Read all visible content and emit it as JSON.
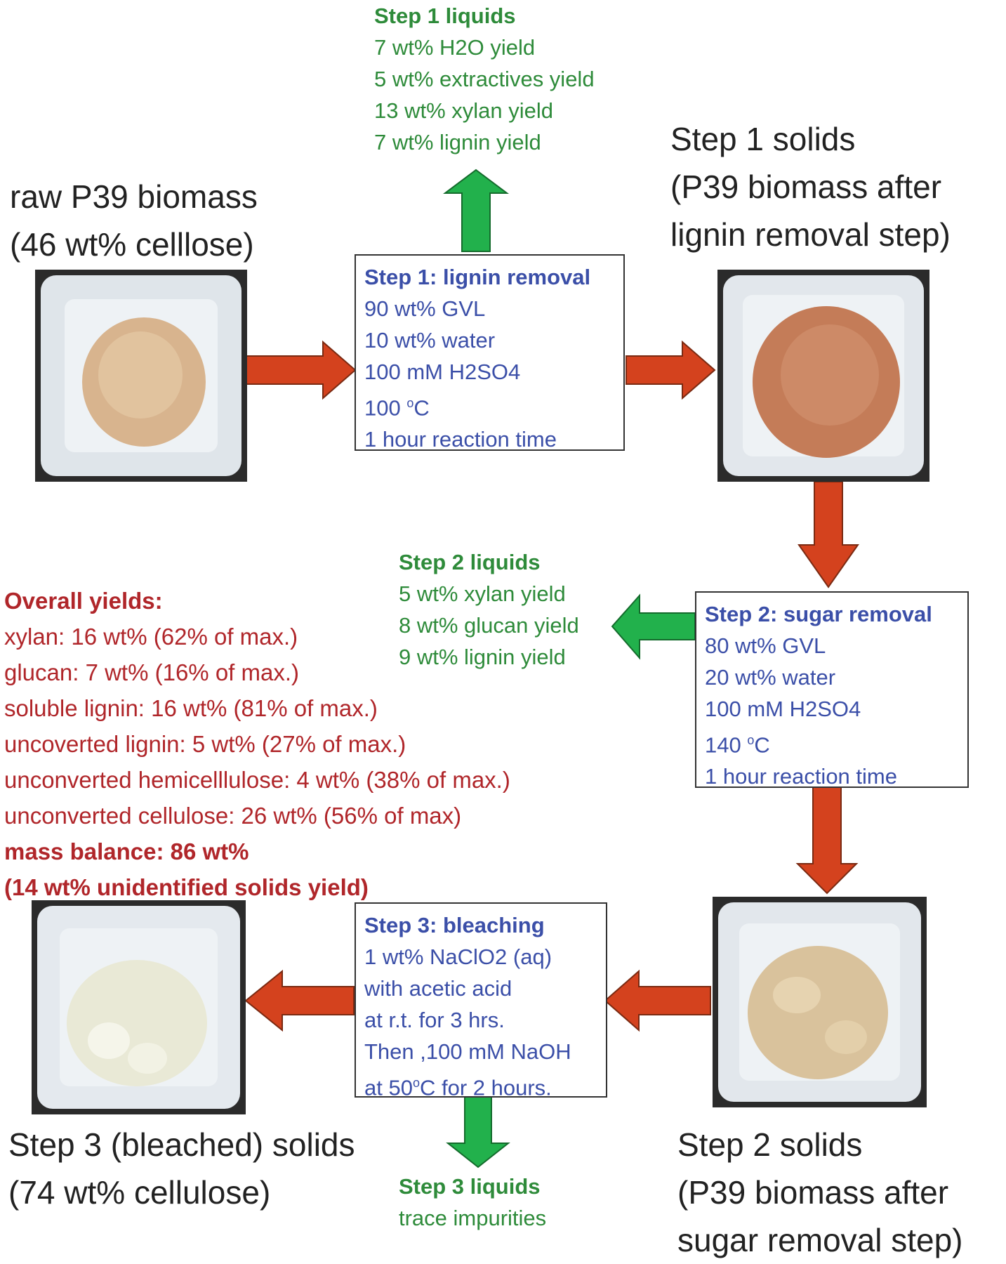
{
  "raw": {
    "title": "raw P39 biomass",
    "sub": "(46 wt% celllose)"
  },
  "step1_solids": {
    "l1": "Step 1  solids",
    "l2": "(P39 biomass after",
    "l3": "lignin removal step)"
  },
  "step1_liquids": {
    "h": "Step 1 liquids",
    "items": [
      "7 wt% H2O yield",
      "5 wt% extractives yield",
      "13 wt% xylan yield",
      "7 wt% lignin yield"
    ]
  },
  "step1_box": {
    "h": "Step 1: lignin removal",
    "items": [
      "90 wt% GVL",
      "10 wt% water",
      "100 mM H2SO4",
      "100 ",
      "1 hour reaction time"
    ],
    "temp_sup": "o",
    "temp_unit": "C"
  },
  "step2_liquids": {
    "h": "Step 2 liquids",
    "items": [
      "5 wt% xylan yield",
      "8 wt% glucan yield",
      "9 wt% lignin yield"
    ]
  },
  "step2_box": {
    "h": "Step 2: sugar removal",
    "items": [
      "80 wt% GVL",
      "20 wt% water",
      "100 mM H2SO4",
      "140 ",
      "1 hour reaction time"
    ],
    "temp_sup": "o",
    "temp_unit": "C"
  },
  "overall": {
    "h": "Overall yields:",
    "items": [
      "xylan: 16 wt% (62% of max.)",
      "glucan: 7 wt% (16% of max.)",
      "soluble lignin: 16 wt% (81% of max.)",
      "uncoverted lignin: 5 wt% (27% of max.)",
      "unconverted hemicelllulose: 4 wt% (38% of max.)",
      "unconverted cellulose: 26 wt% (56% of max)"
    ],
    "balance1": "mass balance: 86 wt%",
    "balance2": "(14 wt% unidentified solids yield)"
  },
  "step3_box": {
    "h": "Step 3: bleaching",
    "items": [
      "1 wt% NaClO2 (aq)",
      "with acetic acid",
      "at r.t. for 3 hrs.",
      "Then ,100 mM NaOH"
    ],
    "last_a": "at 50",
    "last_sup": "o",
    "last_b": "C for 2 hours."
  },
  "step3_liquids": {
    "h": "Step 3 liquids",
    "items": [
      "trace impurities"
    ]
  },
  "step3_solids": {
    "l1": "Step 3 (bleached) solids",
    "l2": "(74 wt% cellulose)"
  },
  "step2_solids": {
    "l1": "Step 2  solids",
    "l2": "(P39 biomass after",
    "l3": "sugar removal step)"
  },
  "colors": {
    "red_arrow": "#d4421e",
    "green_arrow": "#22b14c",
    "blue_text": "#3b4fa8",
    "green_text": "#2e8b3a",
    "red_text": "#b0262a"
  }
}
